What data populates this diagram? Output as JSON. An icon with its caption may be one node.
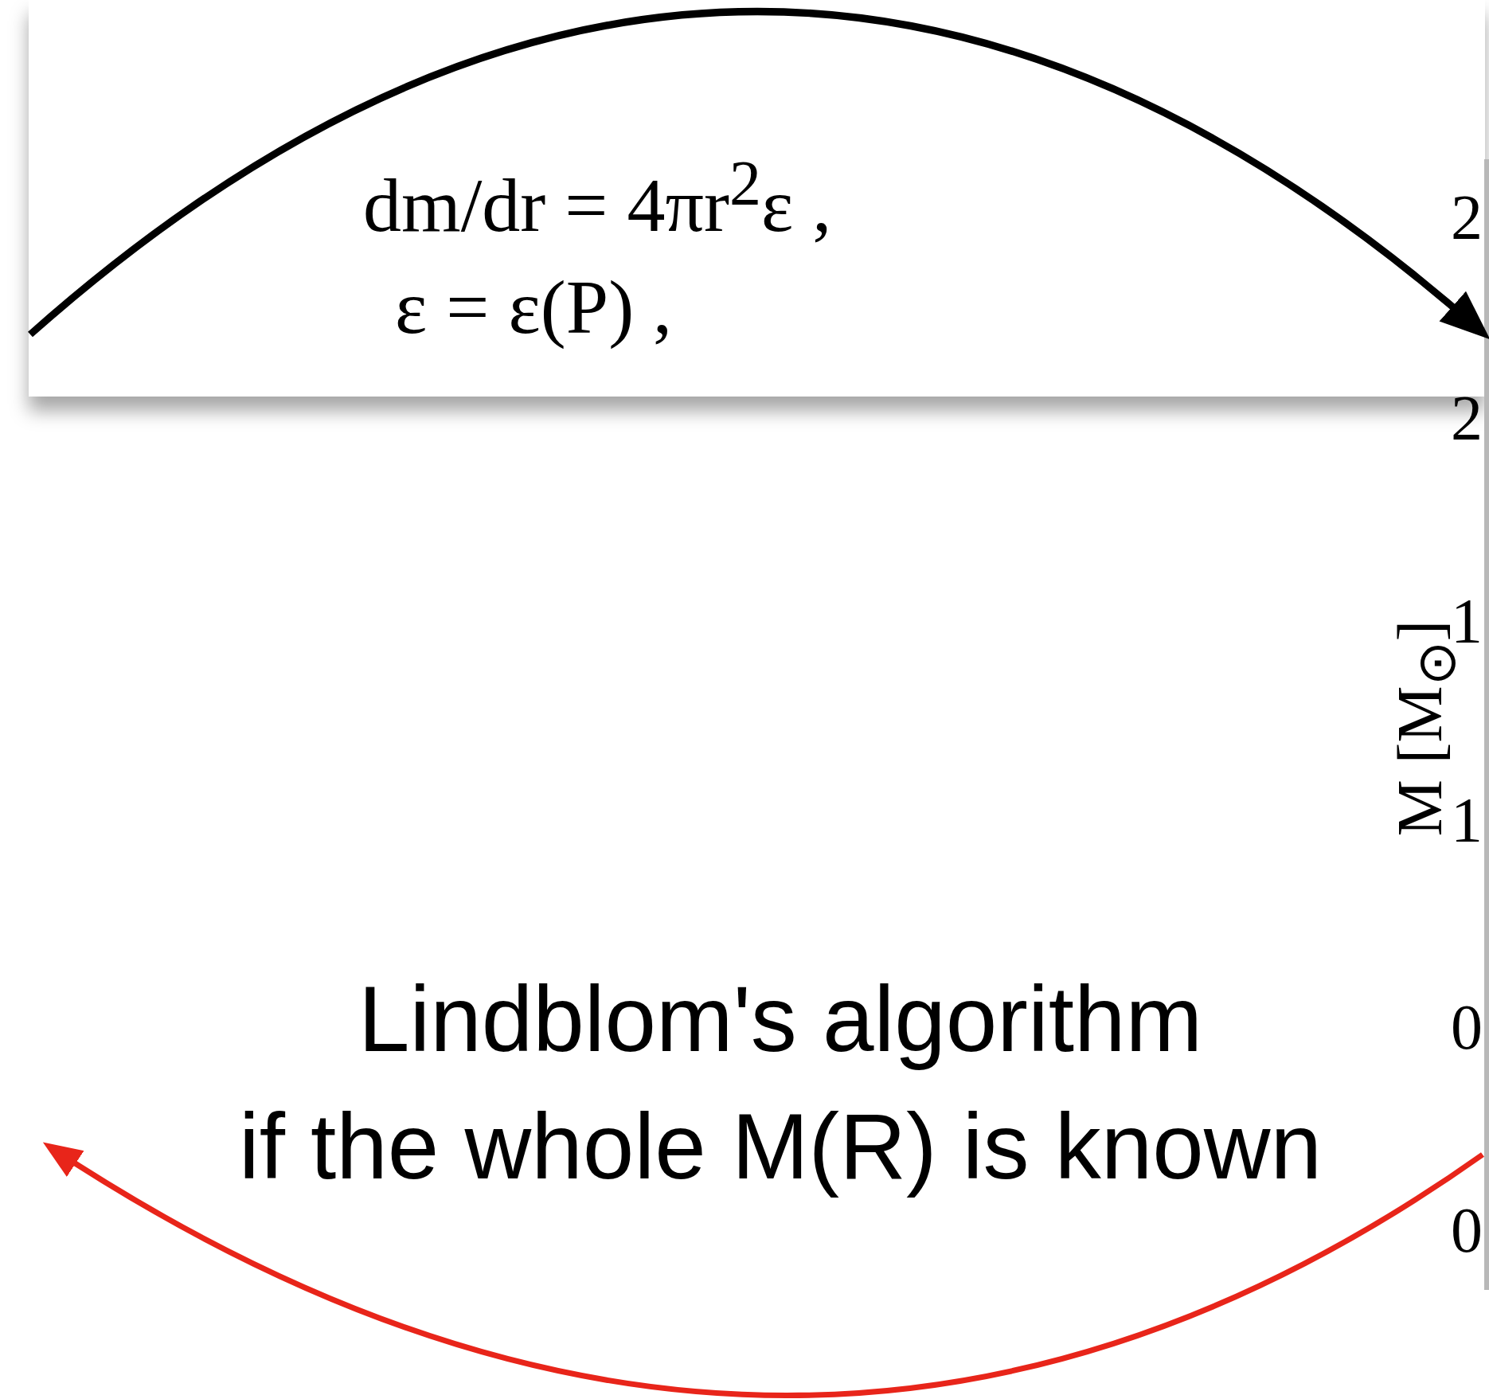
{
  "diagram": {
    "nodes": [
      {
        "text": [
          "dm/dr = 4πr$^{2}$ε ,",
          "ε = ε(P) ,"
        ]
      },
      {
        "text": [],
        "shape": "box",
        "beside": [
          "M [M$_{⊙}$]",
          "2",
          "2",
          "1",
          "1",
          "0",
          "0"
        ]
      }
    ],
    "edges": [
      {
        "from": 0,
        "to": 1,
        "arrow": "to"
      },
      {
        "from": 1,
        "to": null,
        "arrow": "to",
        "label": "Lindblom's algorithm if the whole M(R) is known",
        "color": "#e8251a"
      }
    ]
  }
}
